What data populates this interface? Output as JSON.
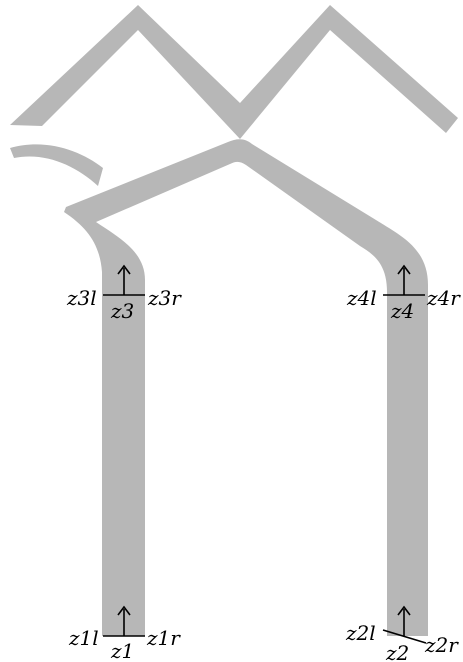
{
  "colors": {
    "glyph": "#b7b7b7",
    "annotation": "#000000",
    "background": "#ffffff"
  },
  "points": {
    "z1": "z1",
    "z1l": "z1l",
    "z1r": "z1r",
    "z2": "z2",
    "z2l": "z2l",
    "z2r": "z2r",
    "z3": "z3",
    "z3l": "z3l",
    "z3r": "z3r",
    "z4": "z4",
    "z4l": "z4l",
    "z4r": "z4r"
  }
}
